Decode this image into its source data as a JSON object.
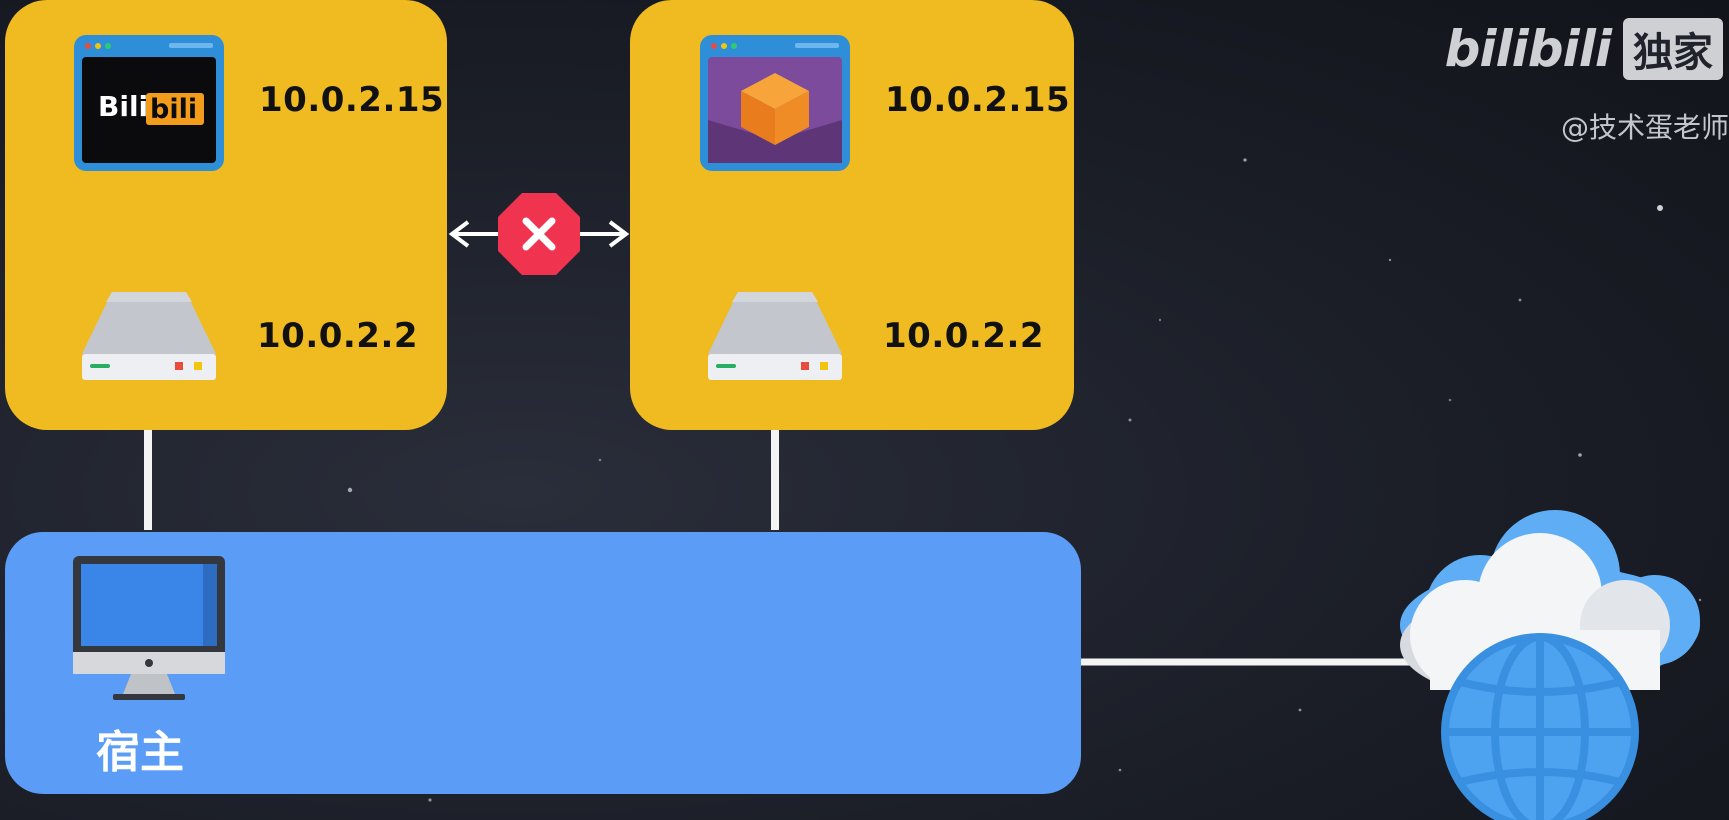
{
  "watermark": {
    "logo_text": "bilibili",
    "exclusive_badge": "独家",
    "author": "@技术蛋老师"
  },
  "vm_left": {
    "guest_ip": "10.0.2.15",
    "gateway_ip": "10.0.2.2",
    "app_logo_part1": "Bili",
    "app_logo_part2": "bili"
  },
  "vm_right": {
    "guest_ip": "10.0.2.15",
    "gateway_ip": "10.0.2.2"
  },
  "host": {
    "label": "宿主"
  },
  "colors": {
    "vm_box": "#efbb21",
    "host_box": "#5b9cf6",
    "blocked": "#f0334f",
    "background": "#1e212b"
  },
  "icons": [
    "app-window-icon",
    "virtualbox-window-icon",
    "router-icon",
    "blocked-icon",
    "monitor-icon",
    "cloud-globe-icon"
  ]
}
